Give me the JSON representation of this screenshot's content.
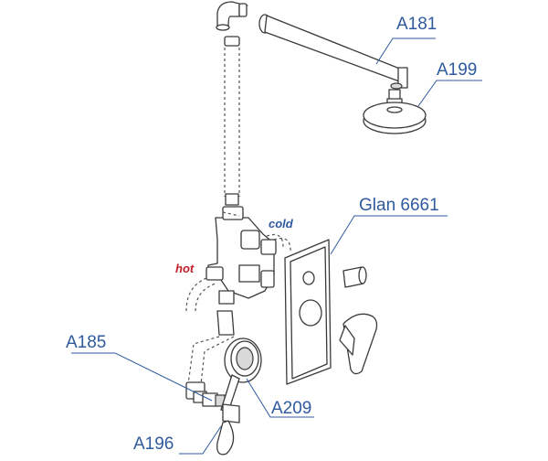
{
  "labels": {
    "a181": "A181",
    "a199": "A199",
    "glan": "Glan 6661",
    "a185": "A185",
    "a209": "A209",
    "a196": "A196"
  },
  "notes": {
    "hot": "hot",
    "cold": "cold"
  },
  "colors": {
    "label": "#2f5a9e",
    "hot": "#c0202a",
    "cold": "#2f5a9e"
  }
}
